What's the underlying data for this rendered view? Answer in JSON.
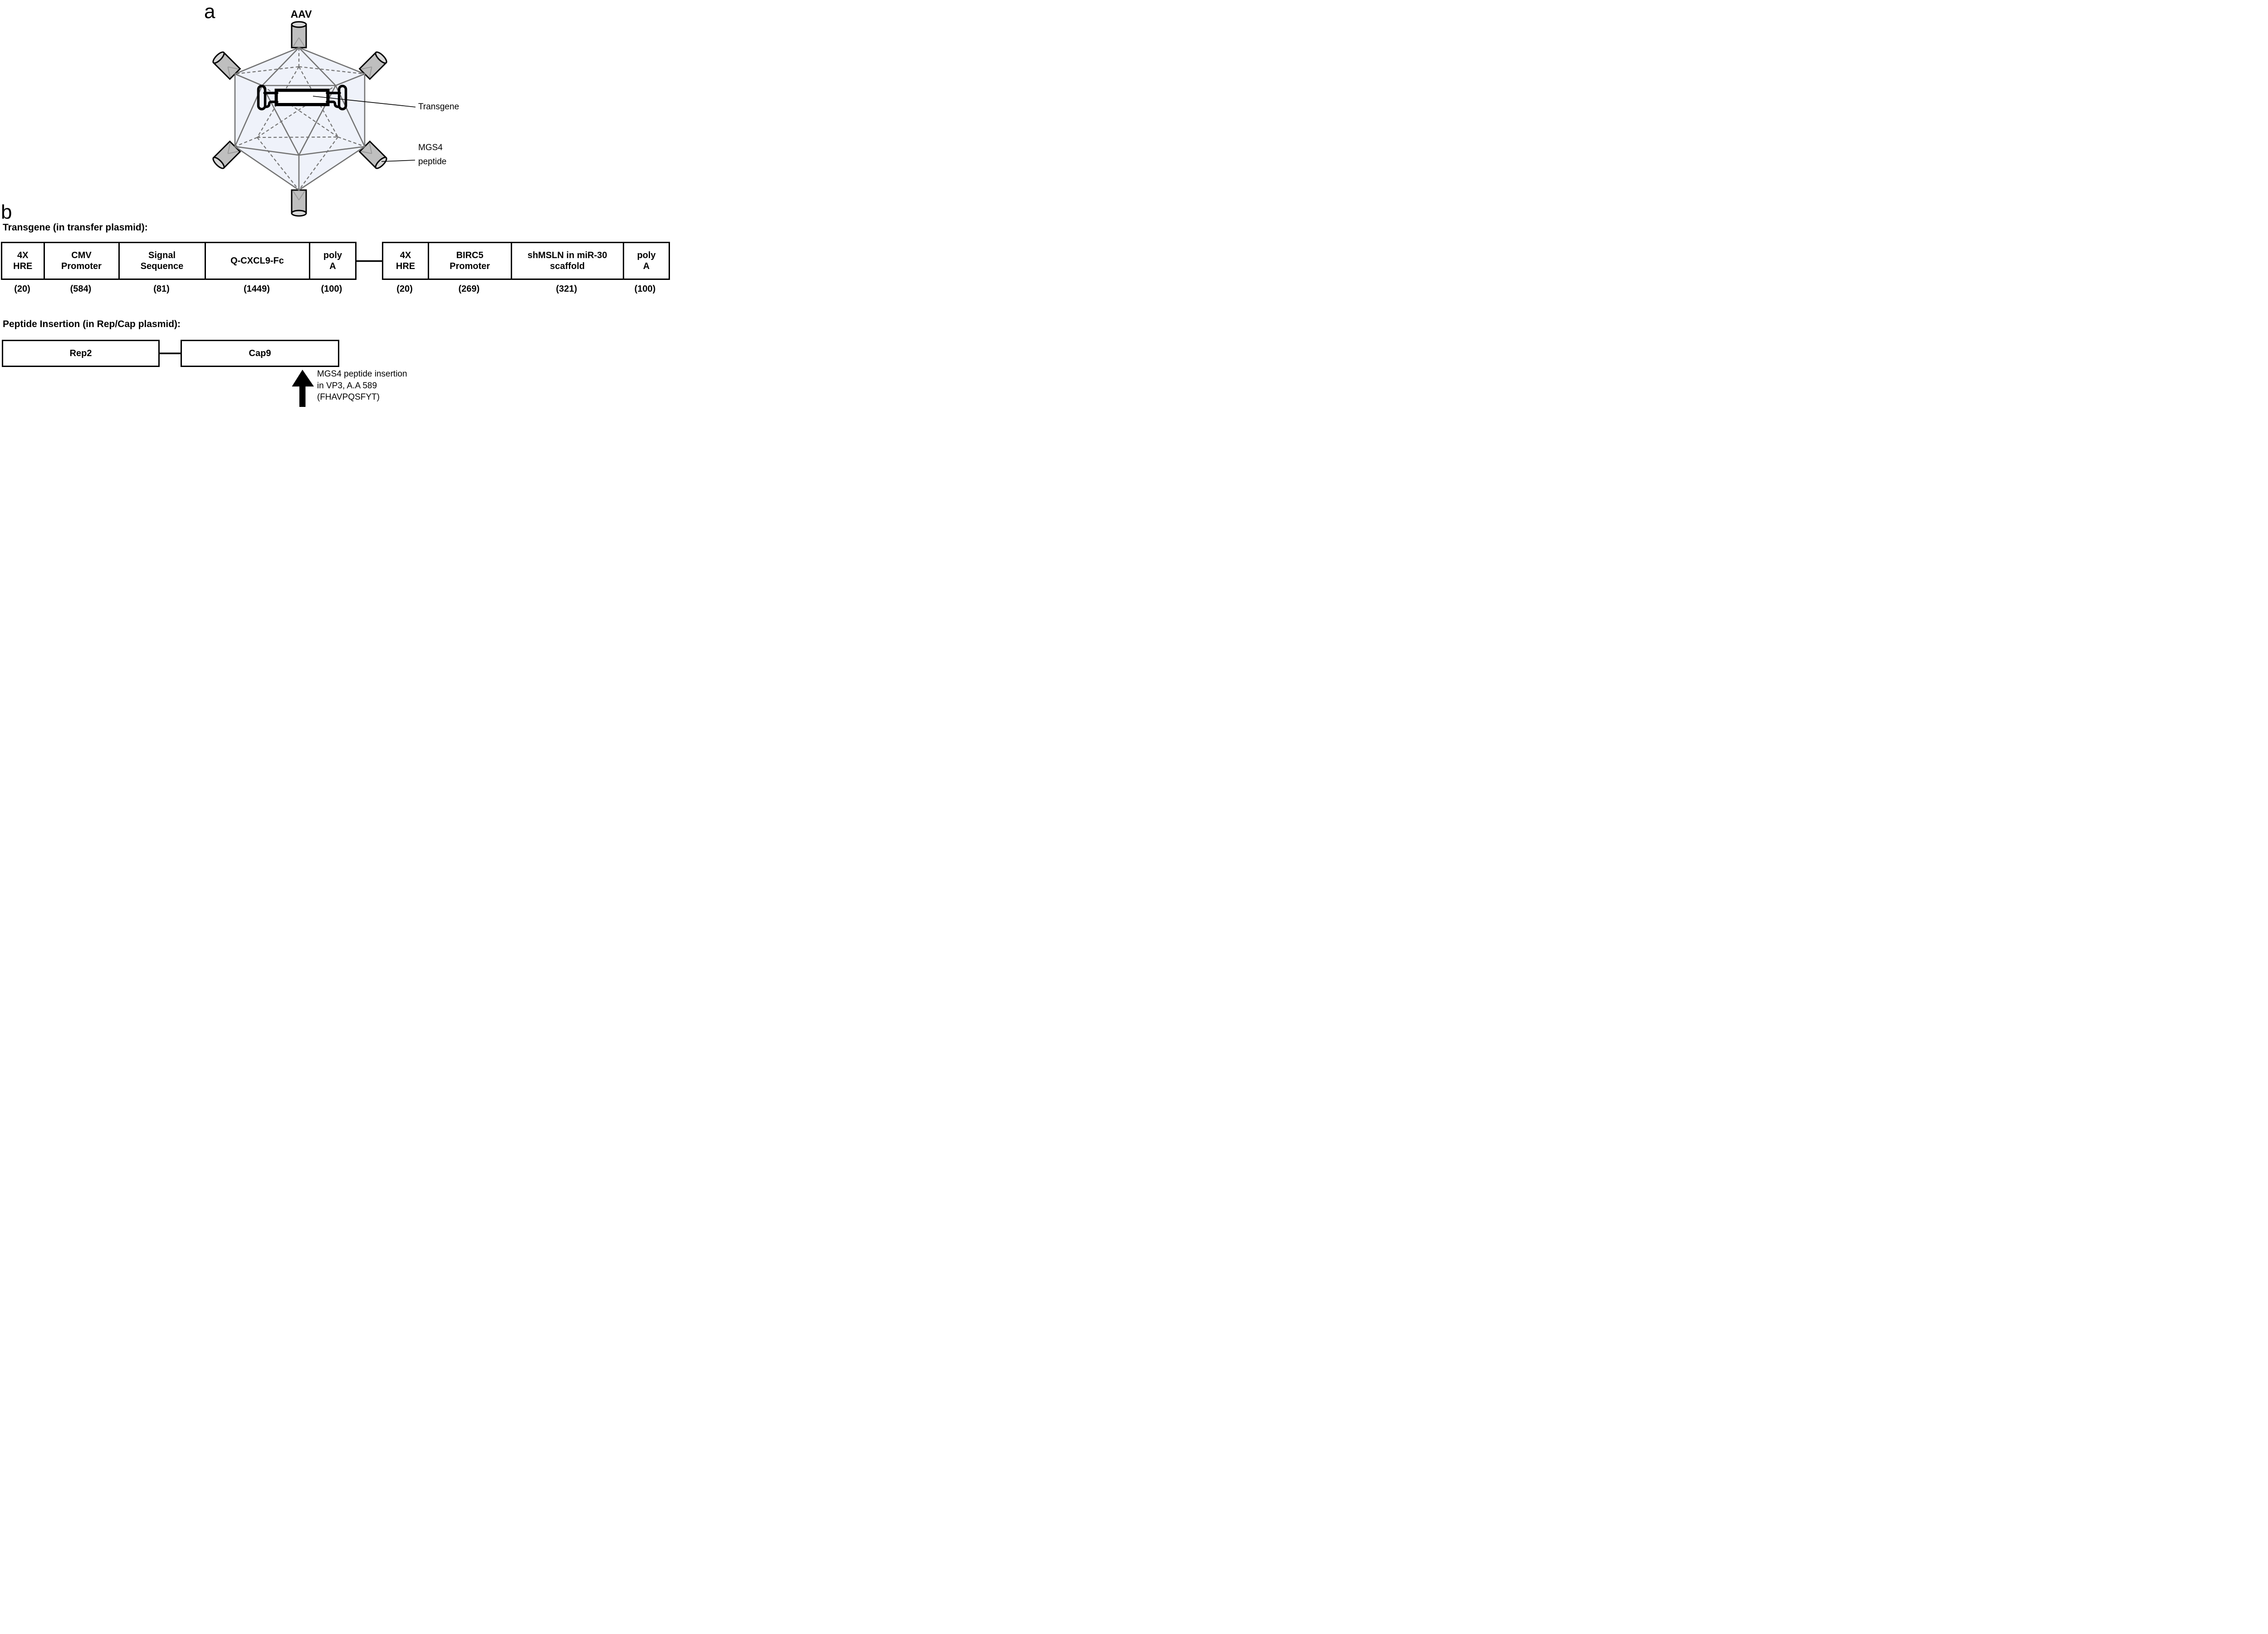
{
  "panel_a": {
    "label": "a",
    "title": "AAV",
    "transgene_callout": "Transgene",
    "mgs4_callout_line1": "MGS4",
    "mgs4_callout_line2": "peptide"
  },
  "panel_b": {
    "label": "b",
    "transgene_title": "Transgene (in transfer plasmid):",
    "construct1": {
      "segments": [
        {
          "line1": "4X",
          "line2": "HRE",
          "size": "(20)"
        },
        {
          "line1": "CMV",
          "line2": "Promoter",
          "size": "(584)"
        },
        {
          "line1": "Signal",
          "line2": "Sequence",
          "size": "(81)"
        },
        {
          "line1": "Q-CXCL9-Fc",
          "line2": "",
          "size": "(1449)"
        },
        {
          "line1": "poly",
          "line2": "A",
          "size": "(100)"
        }
      ]
    },
    "construct2": {
      "segments": [
        {
          "line1": "4X",
          "line2": "HRE",
          "size": "(20)"
        },
        {
          "line1": "BIRC5",
          "line2": "Promoter",
          "size": "(269)"
        },
        {
          "line1": "shMSLN in miR-30",
          "line2": "scaffold",
          "size": "(321)"
        },
        {
          "line1": "poly",
          "line2": "A",
          "size": "(100)"
        }
      ]
    },
    "peptide_title": "Peptide Insertion (in Rep/Cap plasmid):",
    "rep_box_label": "Rep2",
    "cap_box_label": "Cap9",
    "arrow_note_line1": "MGS4 peptide insertion",
    "arrow_note_line2": "in VP3, A.A 589",
    "arrow_note_line3": "(FHAVPQSFYT)"
  },
  "colors": {
    "capsid_fill": "#eff2fa",
    "edge_gray": "#737373",
    "spike_body": "#bfbfbf",
    "spike_cap": "#d8d8d8",
    "ink": "#000000"
  }
}
